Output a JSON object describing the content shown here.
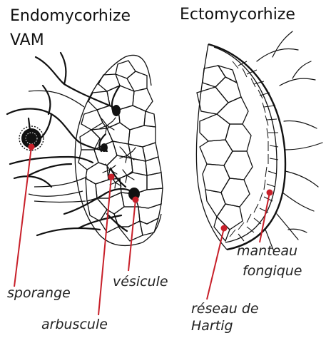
{
  "titles": {
    "endo_line1": "Endomycorhize",
    "endo_line2": "VAM",
    "ecto": "Ectomycorhize"
  },
  "labels": {
    "sporange": "sporange",
    "arbuscule": "arbuscule",
    "vesicule": "vésicule",
    "manteau_line1": "manteau",
    "manteau_line2": "fongique",
    "reseau_line1": "réseau de",
    "reseau_line2": "Hartig"
  },
  "colors": {
    "ink": "#111111",
    "pointer": "#c8202a"
  }
}
